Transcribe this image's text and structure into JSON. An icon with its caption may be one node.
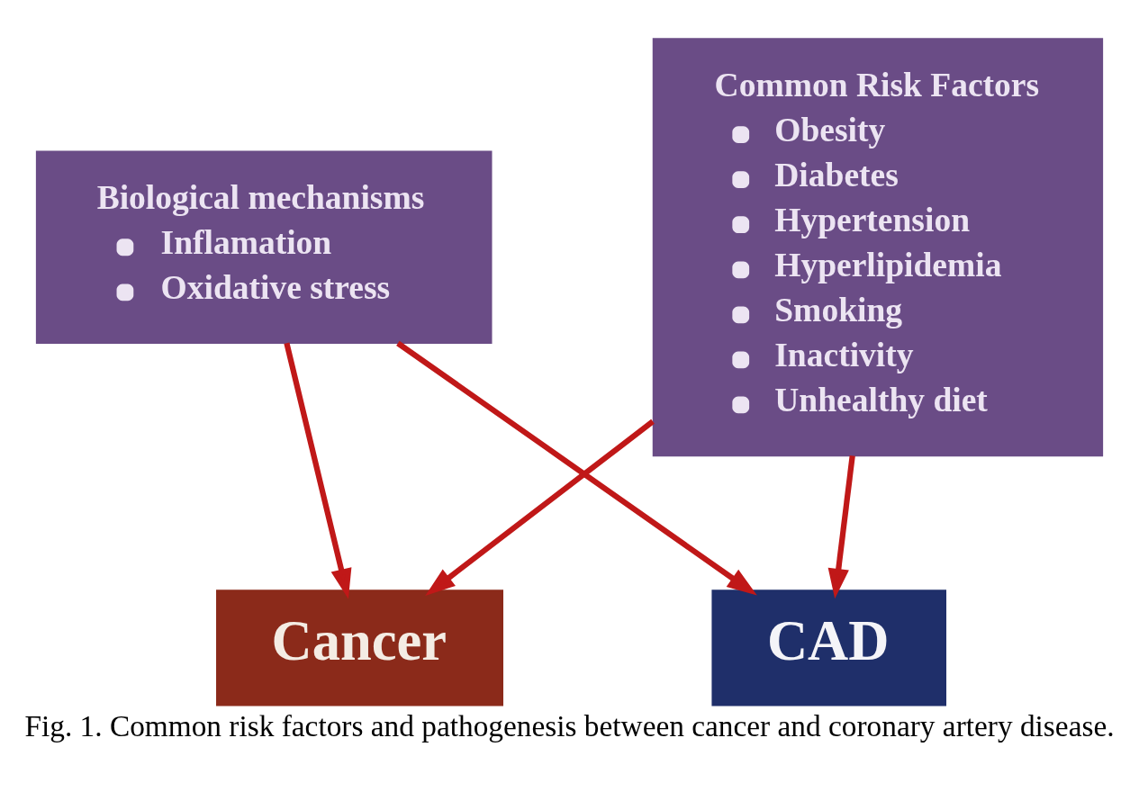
{
  "diagram": {
    "caption": "Fig. 1. Common risk factors and pathogenesis between cancer and coronary artery disease.",
    "nodes": [
      {
        "text": [
          "Biological mechanisms",
          "Inflamation",
          "Oxidative stress"
        ]
      },
      {
        "text": [
          "Cancer"
        ]
      },
      {
        "text": [
          "CAD"
        ]
      },
      {
        "text": [
          "Common Risk Factors",
          "Obesity",
          "Diabetes",
          "Hypertension",
          "Hyperlipidemia",
          "Smoking",
          "Inactivity",
          "Unhealthy diet"
        ]
      }
    ],
    "edges": [
      {
        "from": 0,
        "to": 1,
        "arrow": "to"
      },
      {
        "from": 0,
        "to": 2,
        "arrow": "to"
      },
      {
        "from": 3,
        "to": 1,
        "arrow": "to"
      },
      {
        "from": 3,
        "to": 2,
        "arrow": "to"
      }
    ]
  }
}
